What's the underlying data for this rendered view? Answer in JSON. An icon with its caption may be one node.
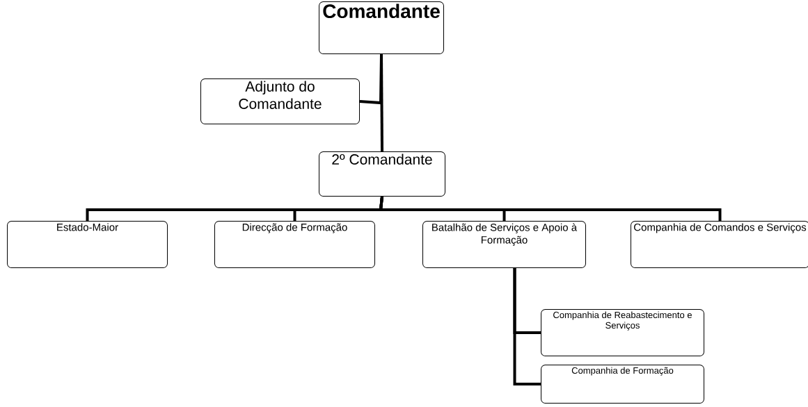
{
  "diagram": {
    "nodes": [
      {
        "text": [
          "Comandante"
        ]
      },
      {
        "text": [
          "Adjunto do Comandante"
        ]
      },
      {
        "text": [
          "2º Comandante"
        ]
      },
      {
        "text": [
          "Estado-Maior"
        ]
      },
      {
        "text": [
          "Direcção de Formação"
        ]
      },
      {
        "text": [
          "Batalhão de Serviços e Apoio à Formação"
        ]
      },
      {
        "text": [
          "Companhia de Comandos e Serviços"
        ]
      },
      {
        "text": [
          "Companhia de Reabastecimento e Serviços"
        ]
      },
      {
        "text": [
          "Companhia de Formação"
        ]
      }
    ],
    "edges": [
      {
        "from": 0,
        "to": 1,
        "arrow": "none"
      },
      {
        "from": 0,
        "to": 2,
        "arrow": "none"
      },
      {
        "from": 2,
        "to": 3,
        "arrow": "none"
      },
      {
        "from": 2,
        "to": 4,
        "arrow": "none"
      },
      {
        "from": 2,
        "to": 5,
        "arrow": "none"
      },
      {
        "from": 2,
        "to": 6,
        "arrow": "none"
      },
      {
        "from": 5,
        "to": 7,
        "arrow": "none"
      },
      {
        "from": 5,
        "to": 8,
        "arrow": "none"
      }
    ]
  }
}
